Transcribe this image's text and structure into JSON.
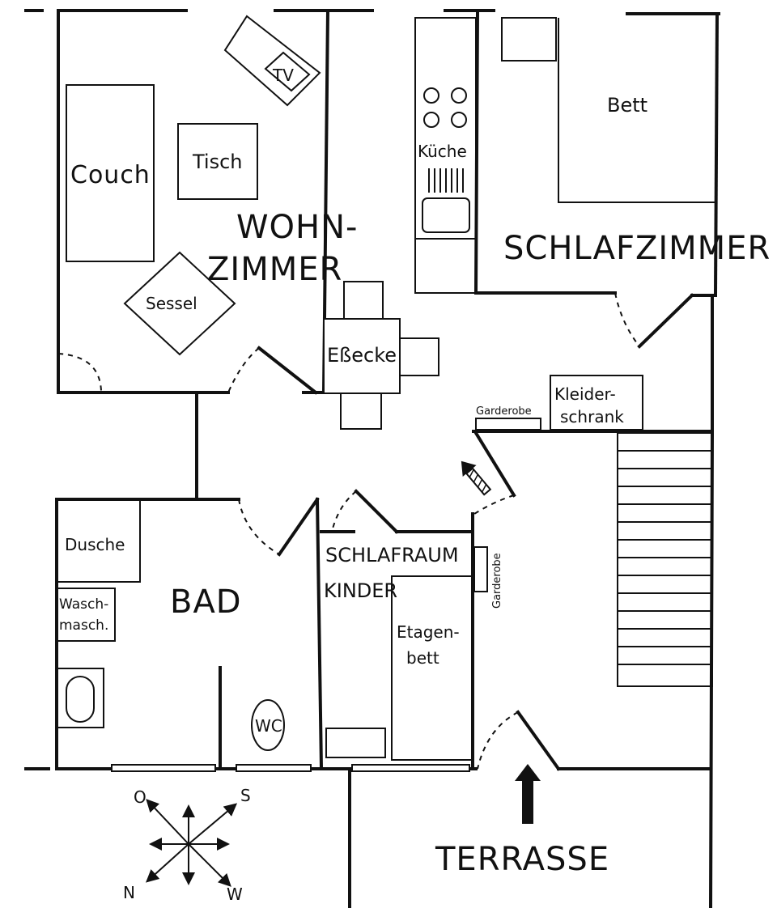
{
  "floorplan": {
    "rooms": {
      "wohnzimmer_line1": "WOHN-",
      "wohnzimmer_line2": "ZIMMER",
      "schlafzimmer": "SCHLAFZIMMER",
      "bad": "BAD",
      "schlafraum_kinder_line1": "SCHLAFRAUM",
      "schlafraum_kinder_line2": "KINDER",
      "terrasse": "TERRASSE"
    },
    "furniture": {
      "couch": "Couch",
      "tisch": "Tisch",
      "tv": "TV",
      "sessel": "Sessel",
      "kueche": "Küche",
      "bett": "Bett",
      "essecke": "Eßecke",
      "garderobe_flur": "Garderobe",
      "kleiderschrank_line1": "Kleider-",
      "kleiderschrank_line2": "schrank",
      "dusche": "Dusche",
      "waschmaschine_line1": "Wasch-",
      "waschmaschine_line2": "masch.",
      "wc": "WC",
      "etagenbett_line1": "Etagen-",
      "etagenbett_line2": "bett",
      "garderobe_kinder": "Garderobe"
    },
    "compass": {
      "o": "O",
      "s": "S",
      "n": "N",
      "w": "W"
    }
  }
}
